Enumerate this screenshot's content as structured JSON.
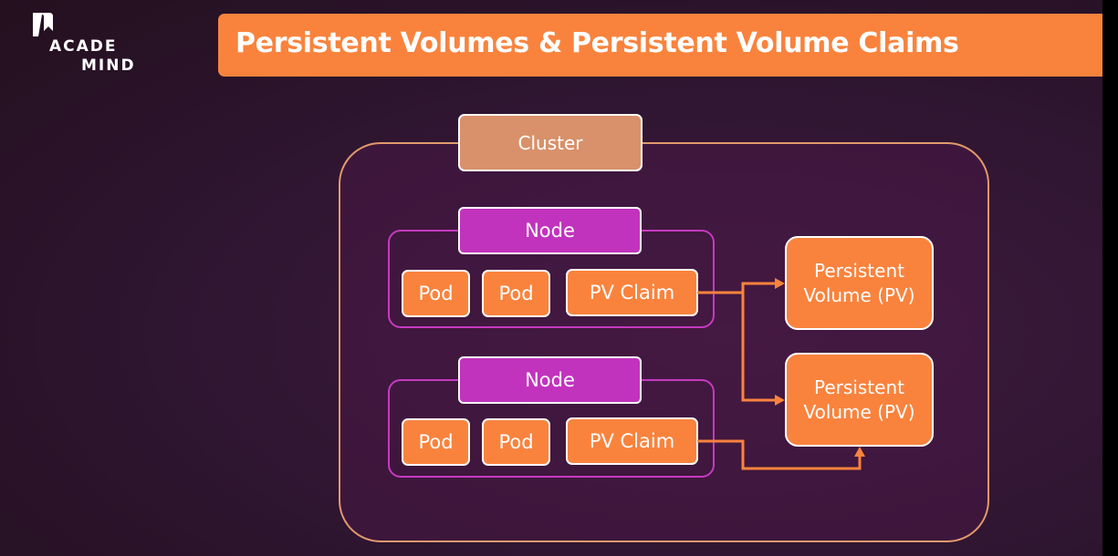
{
  "logo": {
    "line1": "ACADE",
    "line2": "MIND"
  },
  "title": "Persistent Volumes & Persistent Volume Claims",
  "diagram": {
    "cluster_label": "Cluster",
    "nodes": [
      {
        "label": "Node",
        "pods": [
          "Pod",
          "Pod"
        ],
        "claim": "PV Claim"
      },
      {
        "label": "Node",
        "pods": [
          "Pod",
          "Pod"
        ],
        "claim": "PV Claim"
      }
    ],
    "volumes": [
      {
        "line1": "Persistent",
        "line2": "Volume (PV)"
      },
      {
        "line1": "Persistent",
        "line2": "Volume (PV)"
      }
    ],
    "colors": {
      "orange": "#f9833d",
      "magenta": "#c233bd",
      "cluster": "#d8916a",
      "background": "#2e1530"
    }
  }
}
